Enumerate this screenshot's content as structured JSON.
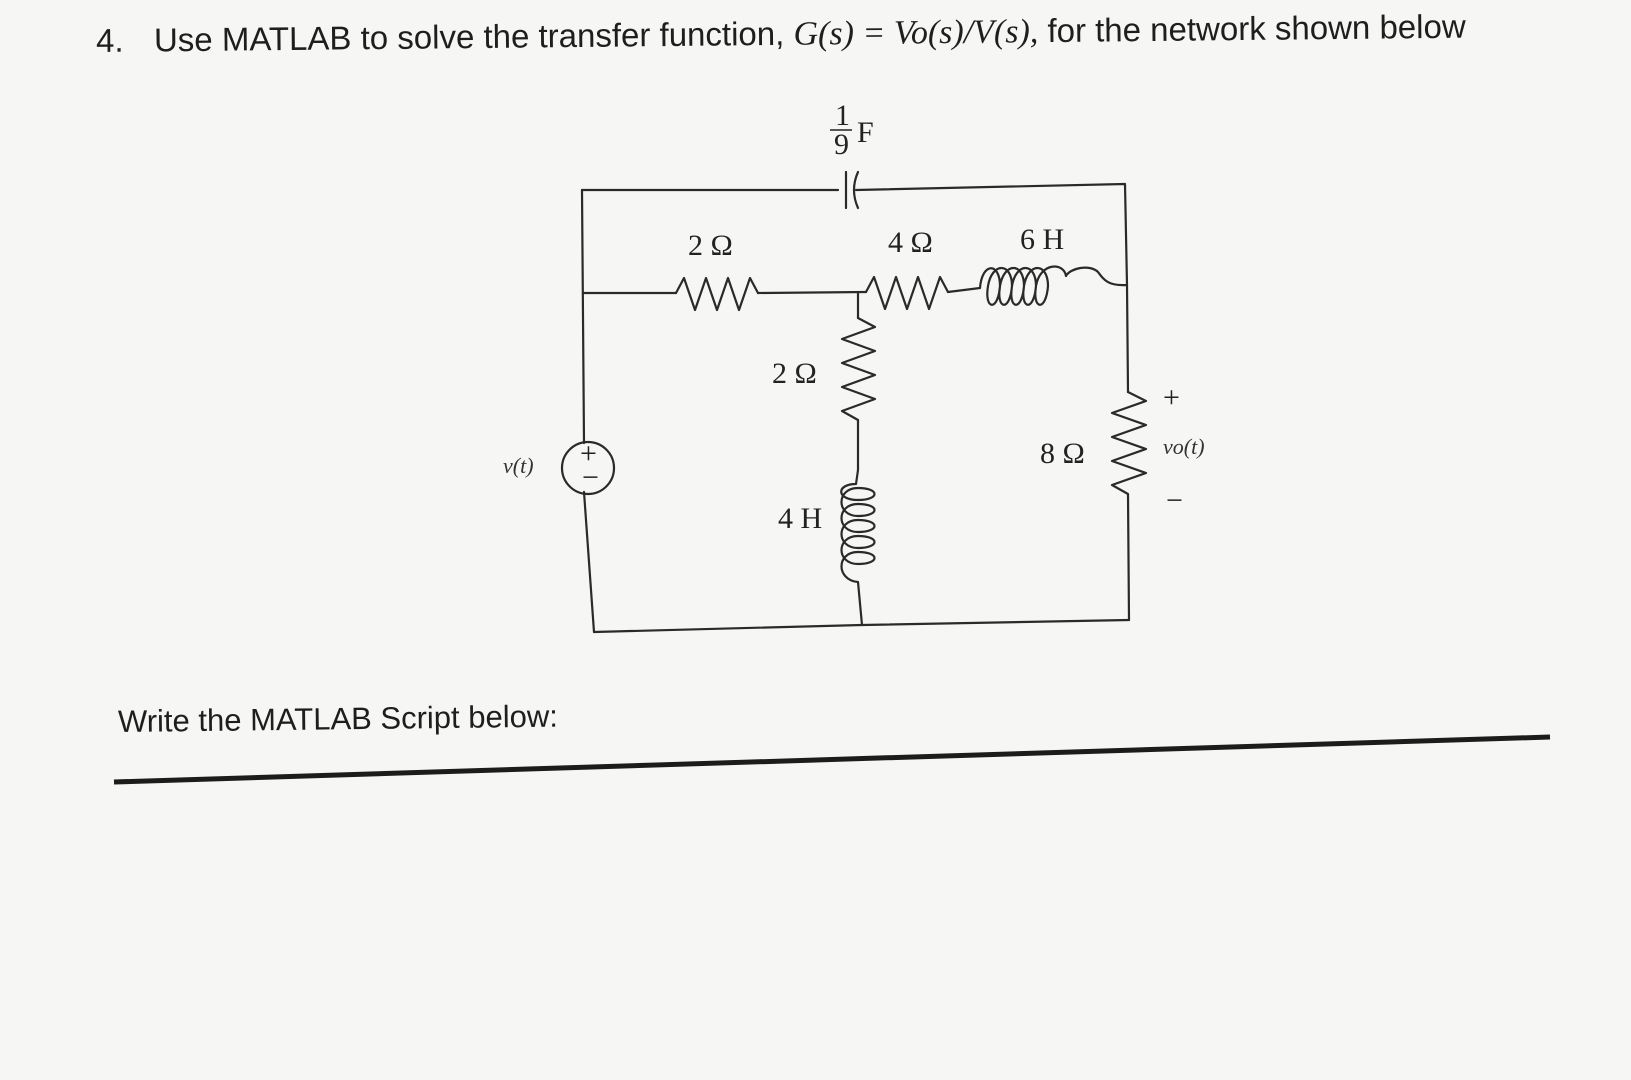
{
  "question": {
    "number": "4.",
    "text_before": "Use MATLAB to solve the transfer function,",
    "formula": "G(s) = Vo(s)/V(s),",
    "text_after": "for the network shown below"
  },
  "circuit": {
    "capacitor_label": "F",
    "capacitor_fraction_num": "1",
    "capacitor_fraction_den": "9",
    "r1_label": "2 Ω",
    "r2_label": "2 Ω",
    "r3_label": "4 Ω",
    "r4_label": "8 Ω",
    "l1_label": "4 H",
    "l2_label": "6 H",
    "source_label": "v(t)",
    "source_plus": "+",
    "source_minus": "−",
    "output_label": "vo(t)",
    "output_plus": "+",
    "output_minus": "−"
  },
  "prompt": {
    "script_label": "Write the MATLAB Script below:"
  }
}
